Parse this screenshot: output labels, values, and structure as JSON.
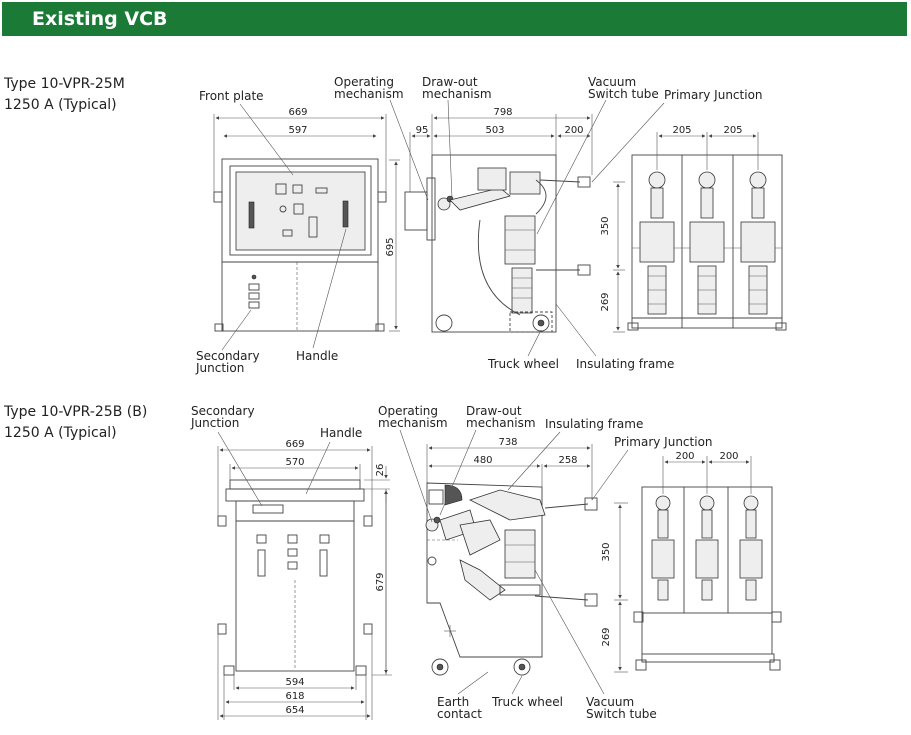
{
  "header": {
    "title": "Existing VCB",
    "bg_color": "#1a7a36"
  },
  "section_m": {
    "type_line": "Type 10-VPR-25M",
    "rating_line": "1250 A (Typical)",
    "labels": {
      "front_plate": "Front plate",
      "operating_mechanism": [
        "Operating",
        "mechanism"
      ],
      "draw_out_mechanism": [
        "Draw-out",
        "mechanism"
      ],
      "vacuum_switch_tube": [
        "Vacuum",
        "Switch tube"
      ],
      "primary_junction": "Primary Junction",
      "secondary_junction": [
        "Secondary",
        "Junction"
      ],
      "handle": "Handle",
      "truck_wheel": "Truck wheel",
      "insulating_frame": "Insulating frame"
    },
    "dims": {
      "w669": "669",
      "w597": "597",
      "w798": "798",
      "w95": "95",
      "w503": "503",
      "w200": "200",
      "w205a": "205",
      "w205b": "205",
      "h695": "695",
      "h350": "350",
      "h269": "269"
    }
  },
  "section_b": {
    "type_line": "Type 10-VPR-25B (B)",
    "rating_line": "1250 A (Typical)",
    "labels": {
      "secondary_junction": [
        "Secondary",
        "Junction"
      ],
      "handle": "Handle",
      "operating_mechanism": [
        "Operating",
        "mechanism"
      ],
      "draw_out_mechanism": [
        "Draw-out",
        "mechanism"
      ],
      "insulating_frame": "Insulating frame",
      "primary_junction": "Primary Junction",
      "earth_contact": [
        "Earth",
        "contact"
      ],
      "truck_wheel": "Truck wheel",
      "vacuum_switch_tube": [
        "Vacuum",
        "Switch tube"
      ]
    },
    "dims": {
      "w669": "669",
      "w570": "570",
      "h26": "26",
      "h679": "679",
      "w594": "594",
      "w618": "618",
      "w654": "654",
      "w738": "738",
      "w480": "480",
      "w258": "258",
      "w200a": "200",
      "w200b": "200",
      "h350": "350",
      "h269": "269"
    }
  }
}
